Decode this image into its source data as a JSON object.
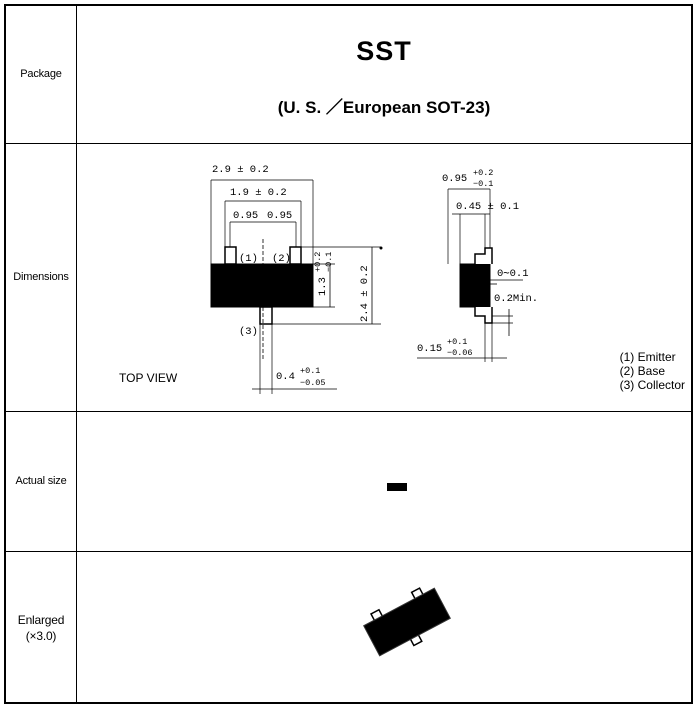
{
  "package": {
    "label": "Package",
    "name": "SST",
    "subtitle": "(U. S. ／European SOT-23)"
  },
  "dimensions": {
    "label": "Dimensions",
    "width_total": "2.9 ± 0.2",
    "lead_span": "1.9 ± 0.2",
    "pitch_left": "0.95",
    "pitch_right": "0.95",
    "height_body": "1.3",
    "height_body_tol_plus": "+0.2",
    "height_body_tol_minus": "−0.1",
    "height_total": "2.4 ± 0.2",
    "lead_width_base": "0.4",
    "lead_width_tol_plus": "+0.1",
    "lead_width_tol_minus": "−0.05",
    "side_width_base": "0.95",
    "side_width_tol_plus": "+0.2",
    "side_width_tol_minus": "−0.1",
    "side_lead": "0.45 ± 0.1",
    "standoff": "0∼0.1",
    "lead_length": "0.2Min.",
    "lead_thick_base": "0.15",
    "lead_thick_tol_plus": "+0.1",
    "lead_thick_tol_minus": "−0.06",
    "pin1": "(1)",
    "pin2": "(2)",
    "pin3": "(3)",
    "view_label": "TOP VIEW",
    "legend": [
      "(1)  Emitter",
      "(2)  Base",
      "(3)  Collector"
    ]
  },
  "actual_size": {
    "label": "Actual size"
  },
  "enlarged": {
    "label": "Enlarged",
    "scale": "(×3.0)"
  }
}
